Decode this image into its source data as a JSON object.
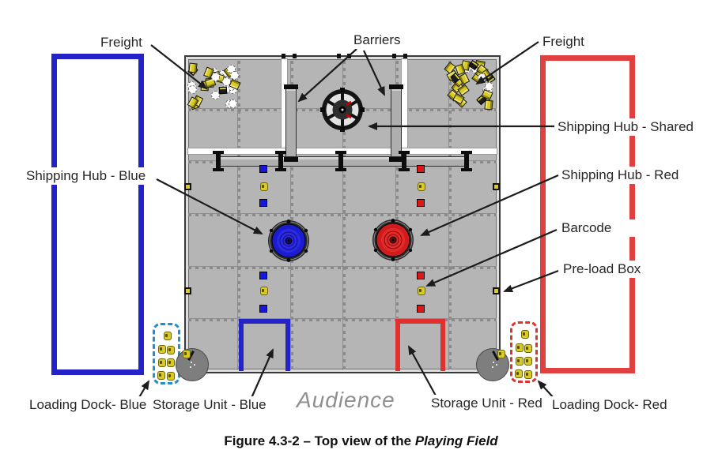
{
  "figure": {
    "caption_prefix": "Figure 4.3-2 – Top view of the ",
    "caption_italic": "Playing Field"
  },
  "labels": {
    "freight_left": "Freight",
    "barriers": "Barriers",
    "freight_right": "Freight",
    "shipping_hub_shared": "Shipping Hub - Shared",
    "shipping_hub_blue": "Shipping Hub - Blue",
    "shipping_hub_red": "Shipping Hub - Red",
    "barcode": "Barcode",
    "preload_box": "Pre-load Box",
    "loading_dock_blue": "Loading Dock- Blue",
    "storage_unit_blue": "Storage Unit - Blue",
    "audience": "Audience",
    "storage_unit_red": "Storage Unit - Red",
    "loading_dock_red": "Loading Dock- Red"
  },
  "colors": {
    "blue_alliance": "#2323c8",
    "red_alliance": "#e04040",
    "loading_dock_blue": "#1e8fd0",
    "loading_dock_red": "#e03030",
    "tile_gray": "#b5b5b5",
    "duck_yellow": "#d9ca28",
    "hub_blue": "#1c1ccf",
    "hub_red": "#cf1c1c",
    "audience_gray": "#8f8f8f"
  },
  "field": {
    "tiles_per_side": 6,
    "ducks_per_loading_dock": 7,
    "barcode_markers_per_alliance": 6,
    "preload_boxes": 4,
    "shipping_hubs": [
      "blue",
      "red",
      "shared"
    ],
    "carousels": 2,
    "freight_piles": 2
  }
}
